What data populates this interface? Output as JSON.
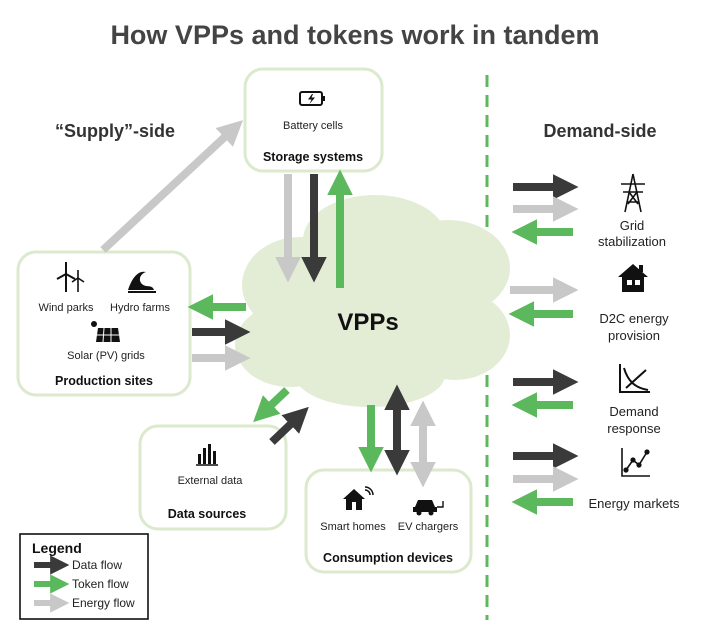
{
  "title": "How VPPs and tokens work in tandem",
  "supply_side": "“Supply”-side",
  "demand_side": "Demand-side",
  "center": "VPPs",
  "storage": {
    "item": "Battery cells",
    "title": "Storage systems"
  },
  "production": {
    "wind": "Wind parks",
    "hydro": "Hydro farms",
    "solar": "Solar (PV) grids",
    "title": "Production sites"
  },
  "data_sources": {
    "item": "External data",
    "title": "Data sources"
  },
  "consumption": {
    "homes": "Smart homes",
    "ev": "EV chargers",
    "title": "Consumption devices"
  },
  "demand": [
    {
      "line1": "Grid",
      "line2": "stabilization",
      "icon": "power-tower-icon"
    },
    {
      "line1": "D2C energy",
      "line2": "provision",
      "icon": "house-icon"
    },
    {
      "line1": "Demand",
      "line2": "response",
      "icon": "demand-curve-icon"
    },
    {
      "line1": "Energy markets",
      "line2": "",
      "icon": "line-chart-icon"
    }
  ],
  "legend": {
    "title": "Legend",
    "data_flow": "Data flow",
    "token_flow": "Token flow",
    "energy_flow": "Energy flow"
  },
  "colors": {
    "data": "#3a3a3a",
    "token": "#5cb85c",
    "energy": "#c8c8c8",
    "box_border": "#dbe9cc",
    "cloud": "#e3edd5",
    "divider": "#5cb85c"
  }
}
